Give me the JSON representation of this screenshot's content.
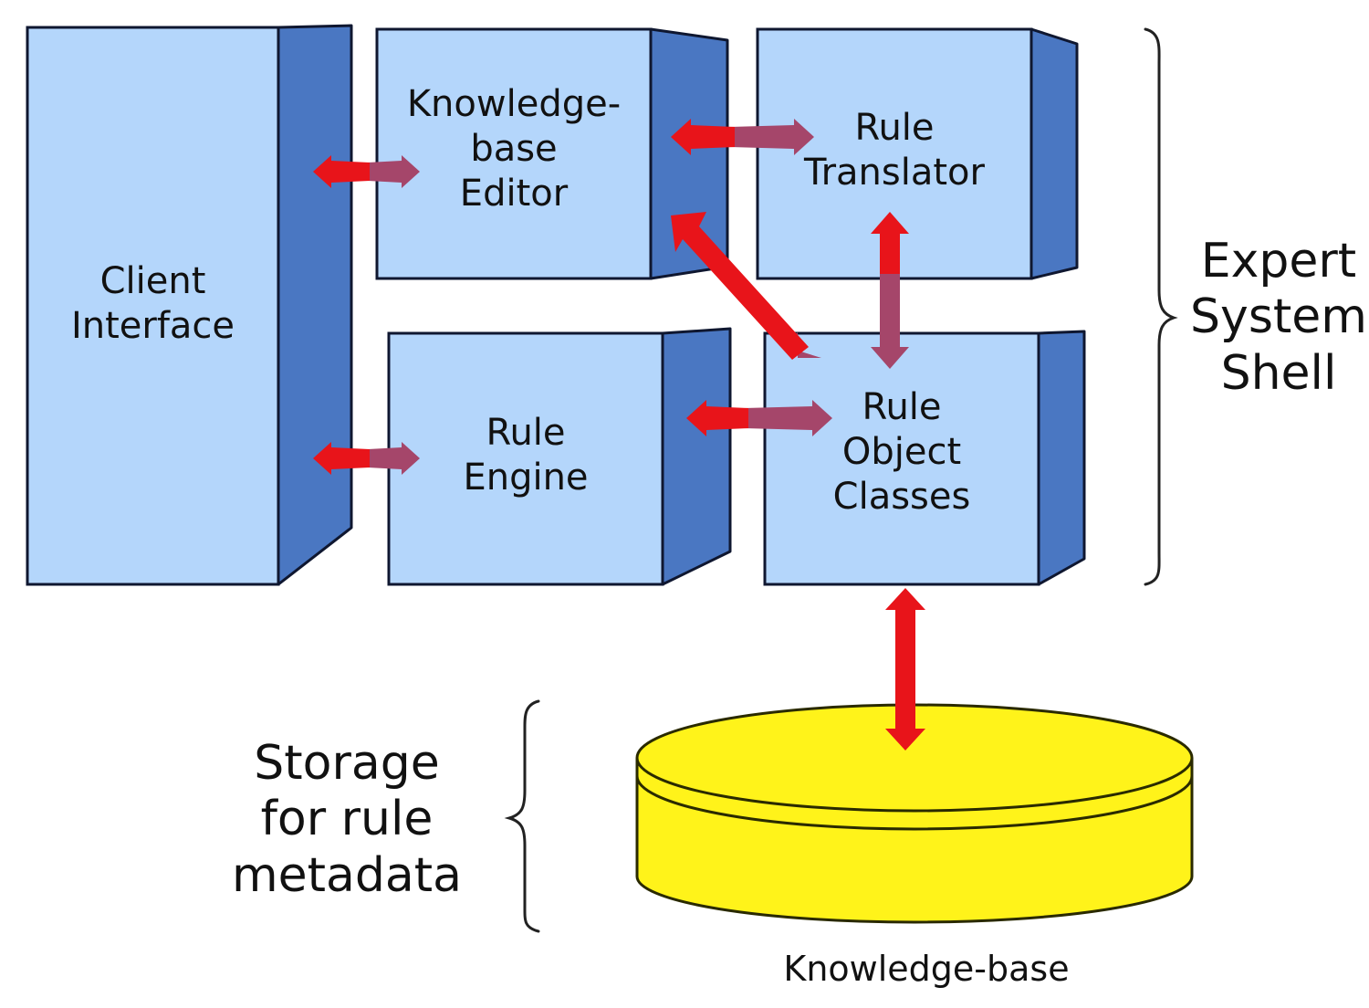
{
  "colors": {
    "box_front": "#b4d6fb",
    "box_side": "#4a77c2",
    "box_stroke": "#0f1730",
    "arrow_red": "#e8141a",
    "arrow_dark": "#a5466a",
    "db_fill": "#fff31a",
    "db_stroke": "#2a2a00",
    "brace": "#222222"
  },
  "components": {
    "client_interface": [
      "Client",
      "Interface"
    ],
    "kb_editor": [
      "Knowledge-",
      "base",
      "Editor"
    ],
    "rule_translator": [
      "Rule",
      "Translator"
    ],
    "rule_engine": [
      "Rule",
      "Engine"
    ],
    "rule_object_classes": [
      "Rule",
      "Object",
      "Classes"
    ]
  },
  "group_labels": {
    "expert_system_shell": [
      "Expert",
      "System",
      "Shell"
    ],
    "storage": [
      "Storage",
      "for rule",
      "metadata"
    ]
  },
  "database": {
    "label": "Knowledge-base"
  },
  "connections": [
    {
      "from": "client_interface",
      "to": "kb_editor",
      "type": "bidirectional"
    },
    {
      "from": "client_interface",
      "to": "rule_engine",
      "type": "bidirectional"
    },
    {
      "from": "kb_editor",
      "to": "rule_translator",
      "type": "bidirectional"
    },
    {
      "from": "kb_editor",
      "to": "rule_object_classes",
      "type": "bidirectional"
    },
    {
      "from": "rule_translator",
      "to": "rule_object_classes",
      "type": "bidirectional"
    },
    {
      "from": "rule_engine",
      "to": "rule_object_classes",
      "type": "bidirectional"
    },
    {
      "from": "rule_object_classes",
      "to": "database",
      "type": "bidirectional"
    }
  ]
}
